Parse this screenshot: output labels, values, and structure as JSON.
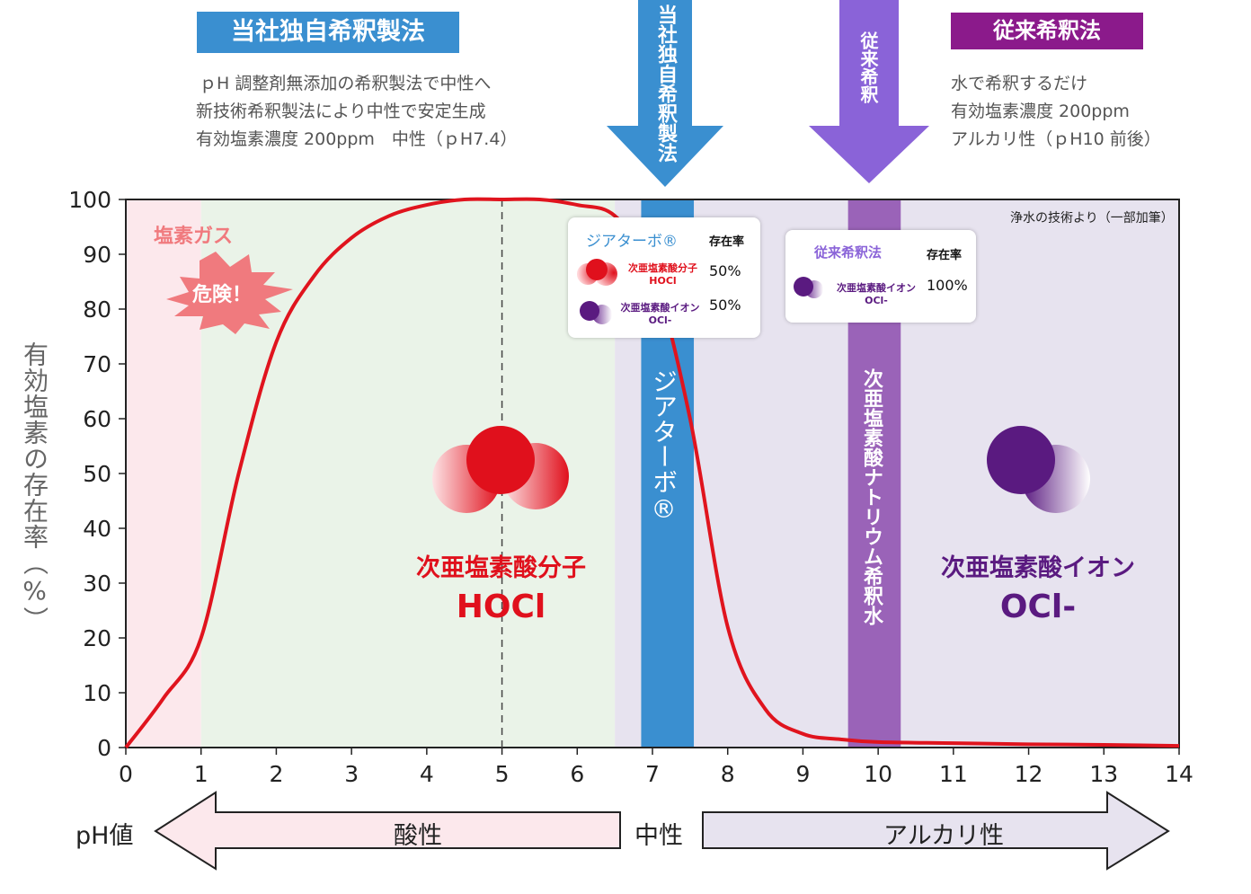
{
  "header": {
    "own_method": {
      "label": "当社独自希釈製法",
      "lines": [
        "ｐH 調整剤無添加の希釈製法で中性へ",
        "新技術希釈製法により中性で安定生成",
        "有効塩素濃度 200ppm　中性（ｐH7.4）"
      ],
      "arrow_label": "当社独自希釈製法",
      "color": "#3a8fd0"
    },
    "conventional": {
      "label": "従来希釈法",
      "lines": [
        "水で希釈するだけ",
        "有効塩素濃度 200ppm",
        "アルカリ性（ｐH10 前後）"
      ],
      "arrow_label": "従来希釈",
      "color": "#8b1a8b",
      "arrow_color": "#8a63d8"
    }
  },
  "chart_data": {
    "type": "line",
    "xlabel": "",
    "ylabel": "有効塩素の存在率（%）",
    "xlim": [
      0,
      14
    ],
    "ylim": [
      0,
      100
    ],
    "x_ticks": [
      "0",
      "1",
      "2",
      "3",
      "4",
      "5",
      "6",
      "7",
      "8",
      "9",
      "10",
      "11",
      "12",
      "13",
      "14"
    ],
    "y_ticks": [
      "0",
      "10",
      "20",
      "30",
      "40",
      "50",
      "60",
      "70",
      "80",
      "90",
      "100"
    ],
    "series": [
      {
        "x": [
          0,
          0.5,
          1,
          1.5,
          2,
          2.5,
          3,
          3.5,
          4,
          4.5,
          5,
          5.5,
          6,
          6.5,
          7,
          7.5,
          8,
          8.5,
          9,
          9.5,
          10,
          11,
          12,
          13,
          14
        ],
        "values": [
          0,
          9,
          20,
          50,
          74,
          86,
          93,
          97,
          99,
          100,
          100,
          100,
          99,
          97,
          87,
          60,
          22,
          7,
          2.5,
          1.5,
          1,
          0.8,
          0.6,
          0.5,
          0.3
        ]
      }
    ],
    "regions": {
      "gas": {
        "from": 0,
        "to": 1,
        "color": "#fce8ec"
      },
      "acid": {
        "from": 1,
        "to": 6.5,
        "color": "#eaf3e8"
      },
      "alkali": {
        "from": 6.5,
        "to": 14,
        "color": "#e7e3ef"
      }
    },
    "bands": [
      {
        "from": 6.85,
        "to": 7.55,
        "color": "#3a8fd0",
        "label": "ジアターボ®"
      },
      {
        "from": 9.6,
        "to": 10.3,
        "color": "#9a63b8",
        "label": "次亜塩素酸ナトリウム希釈水"
      }
    ],
    "dashed_x": 5,
    "grid": false,
    "source_note": "浄水の技術より（一部加筆）"
  },
  "annotations": {
    "gas_label": "塩素ガス",
    "danger": "危険！",
    "hocl_name": "次亜塩素酸分子",
    "hocl_formula": "HOCl",
    "ocl_name": "次亜塩素酸イオン",
    "ocl_formula": "OCl-"
  },
  "box_gia": {
    "title": "ジアターボ®",
    "header": "存在率",
    "rows": [
      {
        "name": "次亜塩素酸分子",
        "formula": "HOCl",
        "value": "50%"
      },
      {
        "name": "次亜塩素酸イオン",
        "formula": "OCl-",
        "value": "50%"
      }
    ]
  },
  "box_conv": {
    "title": "従来希釈法",
    "header": "存在率",
    "rows": [
      {
        "name": "次亜塩素酸イオン",
        "formula": "OCl-",
        "value": "100%"
      }
    ]
  },
  "ph_axis": {
    "label": "pH値",
    "acid": "酸性",
    "neutral": "中性",
    "alkali": "アルカリ性"
  },
  "colors": {
    "curve": "#e0141e",
    "hocl": "#e0101c",
    "ocl": "#5a1a80"
  }
}
